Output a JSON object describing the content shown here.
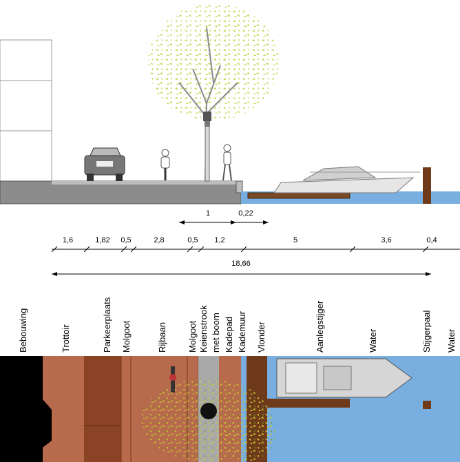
{
  "dimensions": {
    "upper": [
      {
        "id": "dim-1",
        "label": "1"
      },
      {
        "id": "dim-022",
        "label": "0,22"
      }
    ],
    "segments": [
      "1,6",
      "1,82",
      "0,5",
      "2,8",
      "0,5",
      "1,2",
      "5",
      "3,6",
      "0,4"
    ],
    "total": "18,66"
  },
  "zones": [
    {
      "id": "bebouwing",
      "label": "Bebouwing"
    },
    {
      "id": "trottoir",
      "label": "Trottoir"
    },
    {
      "id": "parkeerplaats",
      "label": "Parkeerplaats"
    },
    {
      "id": "molgoot-1",
      "label": "Molgoot"
    },
    {
      "id": "rijbaan",
      "label": "Rijbaan"
    },
    {
      "id": "molgoot-2",
      "label": "Molgoot"
    },
    {
      "id": "keienstrook-1",
      "label": "Keienstrook"
    },
    {
      "id": "keienstrook-2",
      "label": "met boom"
    },
    {
      "id": "kadepad",
      "label": "Kadepad"
    },
    {
      "id": "kademuur",
      "label": "Kademuur"
    },
    {
      "id": "vlonder",
      "label": "Vlonder"
    },
    {
      "id": "aanlegstijger",
      "label": "Aanlegstijger"
    },
    {
      "id": "water-1",
      "label": "Water"
    },
    {
      "id": "stijgerpaal",
      "label": "Stijgerpaal"
    },
    {
      "id": "water-2",
      "label": "Water"
    }
  ],
  "colors": {
    "pavement_brown": "#b86a4c",
    "parking_brown": "#8b4326",
    "keienstrook_grey": "#a9a9a9",
    "water_blue": "#79aee0",
    "deck_brown": "#6e3a1a",
    "building_black": "#000000",
    "ground_grey": "#8c8c8c",
    "tree_green": "#c2de4c"
  }
}
